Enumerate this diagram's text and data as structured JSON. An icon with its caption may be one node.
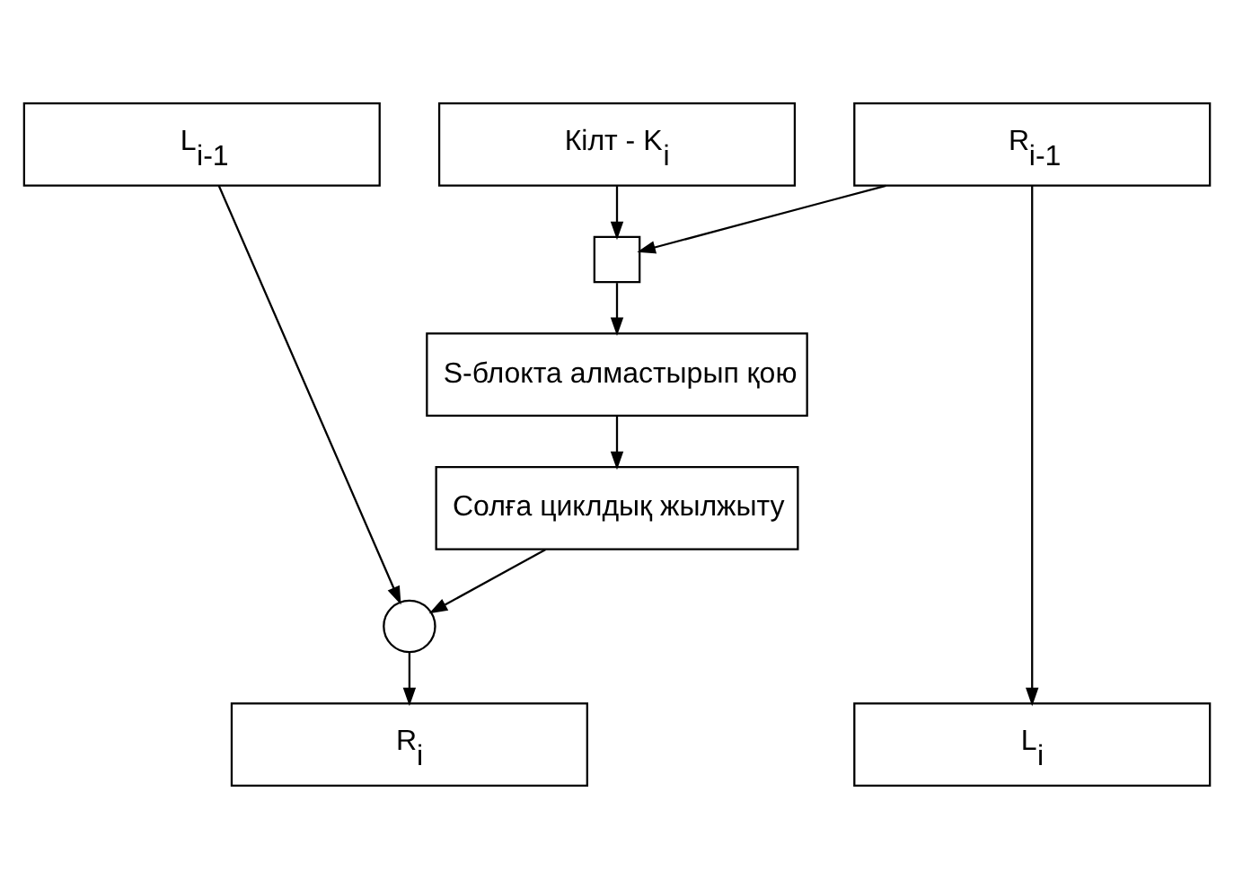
{
  "diagram": {
    "nodes": [
      {
        "text": [
          "L$_{i-1}$"
        ]
      },
      {
        "text": [
          "R$_{i-1}$"
        ]
      },
      {
        "text": [
          "Кілт - K$_{i}$"
        ]
      },
      {
        "text": [],
        "shape": "box"
      },
      {
        "text": [
          "S-блокта алмастырып қою"
        ]
      },
      {
        "text": [
          "Солға циклдық жылжыту"
        ]
      },
      {
        "text": [],
        "shape": "circle"
      },
      {
        "text": [
          "L$_{i}$"
        ]
      },
      {
        "text": [
          "R$_{i}$"
        ]
      }
    ],
    "edges": [
      {
        "from": 1,
        "to": 3,
        "arrow": "to"
      },
      {
        "from": 2,
        "to": 3,
        "arrow": "to"
      },
      {
        "from": 3,
        "to": 4,
        "arrow": "to"
      },
      {
        "from": 4,
        "to": 5,
        "arrow": "to"
      },
      {
        "from": 5,
        "to": 6,
        "arrow": "to"
      },
      {
        "from": 0,
        "to": 6,
        "arrow": "to"
      },
      {
        "from": 1,
        "to": 7,
        "arrow": "to"
      },
      {
        "from": 6,
        "to": 8,
        "arrow": "to"
      }
    ]
  }
}
